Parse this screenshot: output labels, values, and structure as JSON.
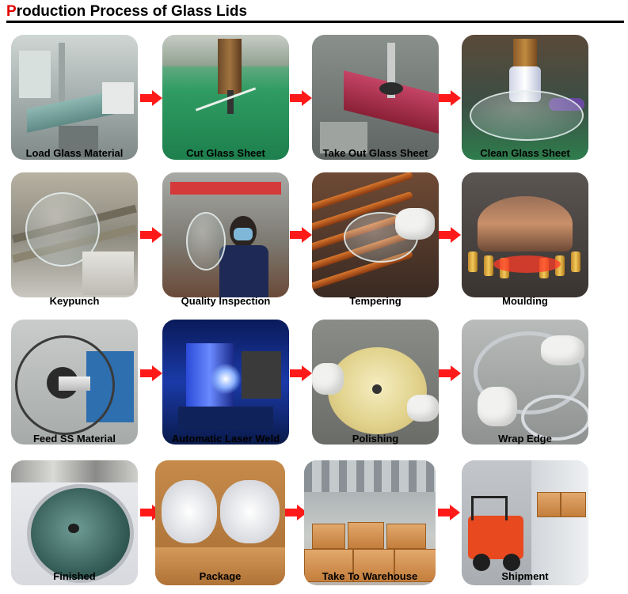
{
  "title": "Production Process of Glass Lids",
  "title_first_letter": "P",
  "title_rest": "roduction Process of Glass Lids",
  "accent_color": "#e00000",
  "arrow_color": "#ff1a1a",
  "steps": [
    {
      "label": "Load Glass Material"
    },
    {
      "label": "Cut Glass Sheet"
    },
    {
      "label": "Take Out Glass Sheet"
    },
    {
      "label": "Clean Glass Sheet"
    },
    {
      "label": "Keypunch"
    },
    {
      "label": "Quality Inspection"
    },
    {
      "label": "Tempering"
    },
    {
      "label": "Moulding"
    },
    {
      "label": "Feed SS Material"
    },
    {
      "label": "Automatic Laser Weld"
    },
    {
      "label": "Polishing"
    },
    {
      "label": "Wrap Edge"
    },
    {
      "label": "Finished"
    },
    {
      "label": "Package"
    },
    {
      "label": "Take To Warehouse"
    },
    {
      "label": "Shipment"
    }
  ]
}
